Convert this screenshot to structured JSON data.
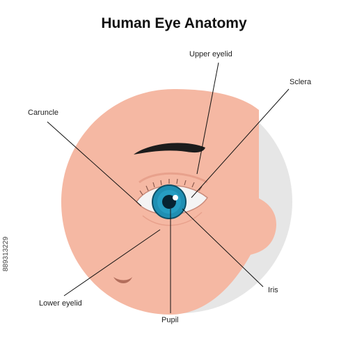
{
  "title": "Human Eye Anatomy",
  "labels": {
    "upper_eyelid": "Upper eyelid",
    "sclera": "Sclera",
    "caruncle": "Caruncle",
    "lower_eyelid": "Lower eyelid",
    "iris": "Iris",
    "pupil": "Pupil"
  },
  "side_code": "889313229",
  "colors": {
    "skin": "#f5b8a3",
    "skin_shadow": "#e8a18c",
    "background_circle": "#e6e6e6",
    "iris": "#1f8fb3",
    "pupil": "#062433",
    "brow": "#1c1c1c",
    "leader_line": "#111111"
  }
}
